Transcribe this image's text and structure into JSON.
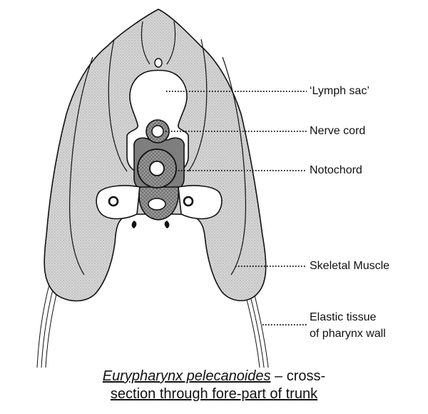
{
  "labels": {
    "lymph_sac": "‘Lymph sac’",
    "nerve_cord": "Nerve cord",
    "notochord": "Notochord",
    "skeletal_muscle": "Skeletal Muscle",
    "elastic_tissue_line1": "Elastic tissue",
    "elastic_tissue_line2": "of pharynx wall"
  },
  "caption": {
    "species": "Eurypharynx pelecanoides",
    "line1_rest": " – cross-",
    "line2": "section through fore-part of trunk"
  },
  "colors": {
    "outline": "#111111",
    "muscle_fill": "#cfcfcf",
    "tissue_white": "#ffffff",
    "notochord_sheath": "#8a8a8a"
  }
}
